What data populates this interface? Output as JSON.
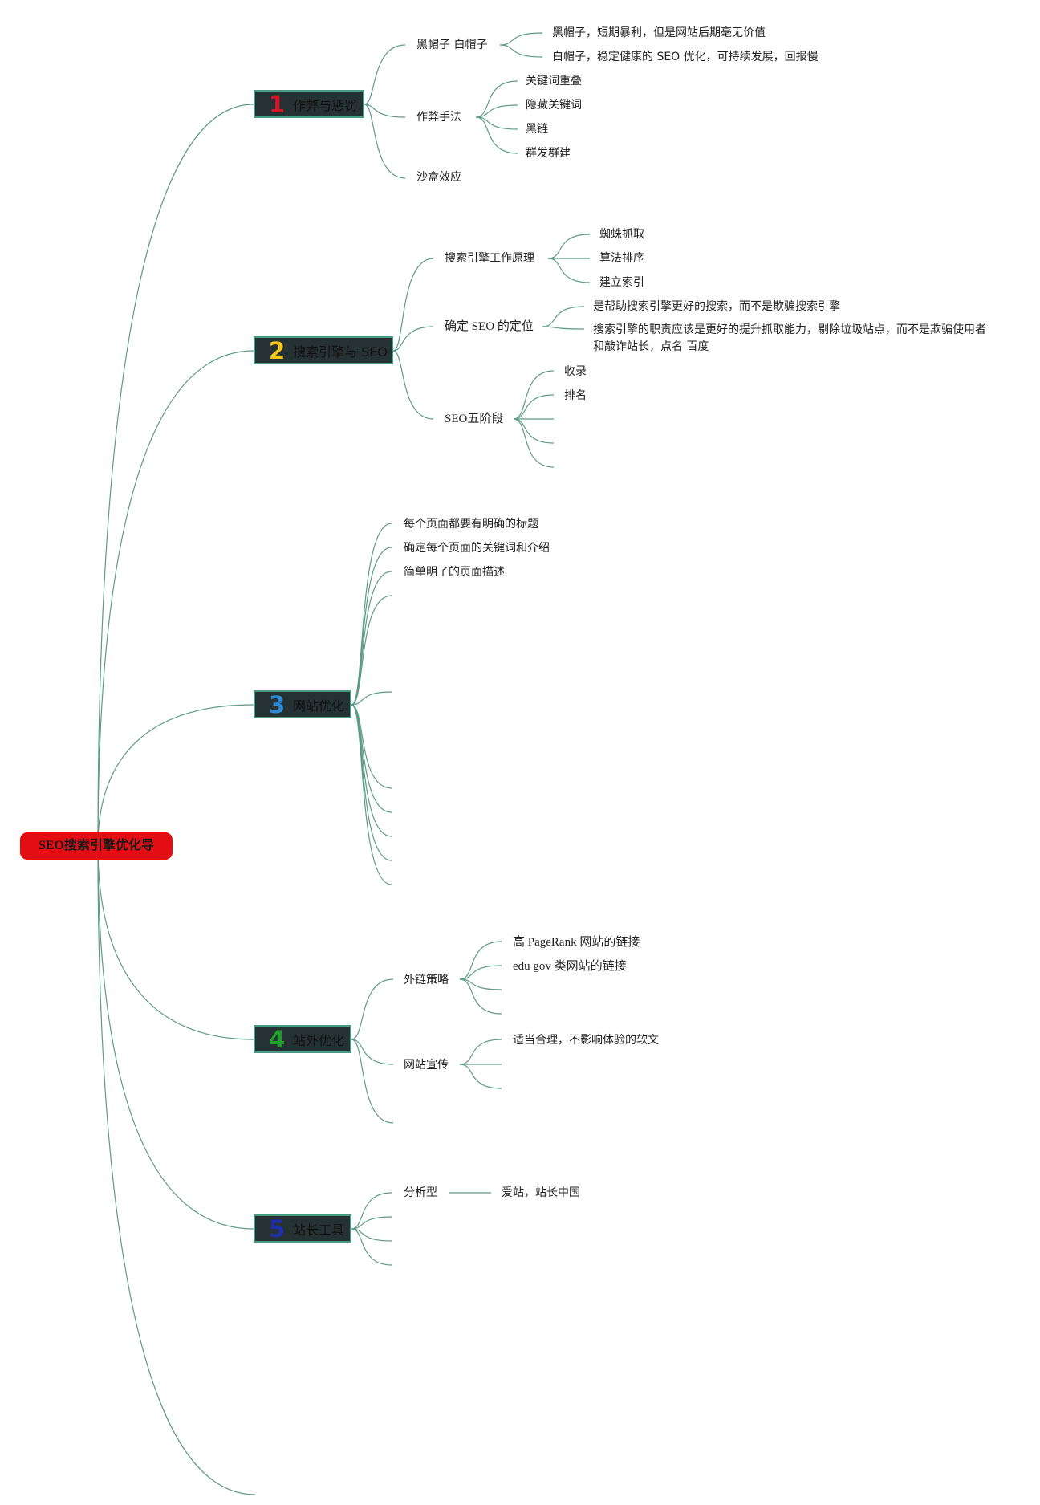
{
  "root": "SEO搜索引擎优化导",
  "colors": {
    "root_bg": "#e30d12",
    "branch_bg": "#263133",
    "branch_border": "#4d9a84",
    "line": "#5e9b86",
    "num1": "#d7152a",
    "num2": "#f5c419",
    "num3": "#2a88d6",
    "num4": "#1fa02c",
    "num5": "#1c2fa8"
  },
  "branches": [
    {
      "num": "1",
      "label": "作弊与惩罚",
      "children": [
        {
          "label": "黑帽子 白帽子",
          "children": [
            "黑帽子，短期暴利，但是网站后期毫无价值",
            "白帽子，稳定健康的 SEO 优化，可持续发展，回报慢"
          ]
        },
        {
          "label": "作弊手法",
          "children": [
            "关键词重叠",
            "隐藏关键词",
            "黑链",
            "群发群建"
          ]
        },
        {
          "label": "沙盒效应",
          "children": []
        }
      ]
    },
    {
      "num": "2",
      "label": "搜索引擎与 SEO",
      "children": [
        {
          "label": "搜索引擎工作原理",
          "children": [
            "蜘蛛抓取",
            "算法排序",
            "建立索引"
          ]
        },
        {
          "label": "确定 SEO 的定位",
          "children": [
            "是帮助搜索引擎更好的搜索，而不是欺骗搜索引擎",
            "搜索引擎的职责应该是更好的提升抓取能力，剔除垃圾站点，而不是欺骗使用者和敲诈站长，点名 百度"
          ]
        },
        {
          "label": "SEO五阶段",
          "children": [
            "收录",
            "排名"
          ]
        }
      ]
    },
    {
      "num": "3",
      "label": "网站优化",
      "children": [
        {
          "label": "每个页面都要有明确的标题"
        },
        {
          "label": "确定每个页面的关键词和介绍"
        },
        {
          "label": "简单明了的页面描述"
        }
      ]
    },
    {
      "num": "4",
      "label": "站外优化",
      "children": [
        {
          "label": "外链策略",
          "children": [
            "高 PageRank 网站的链接",
            "edu gov 类网站的链接"
          ]
        },
        {
          "label": "网站宣传",
          "children": [
            "适当合理，不影响体验的软文"
          ]
        }
      ]
    },
    {
      "num": "5",
      "label": "站长工具",
      "children": [
        {
          "label": "分析型",
          "children": [
            "爱站，站长中国"
          ]
        }
      ]
    }
  ]
}
